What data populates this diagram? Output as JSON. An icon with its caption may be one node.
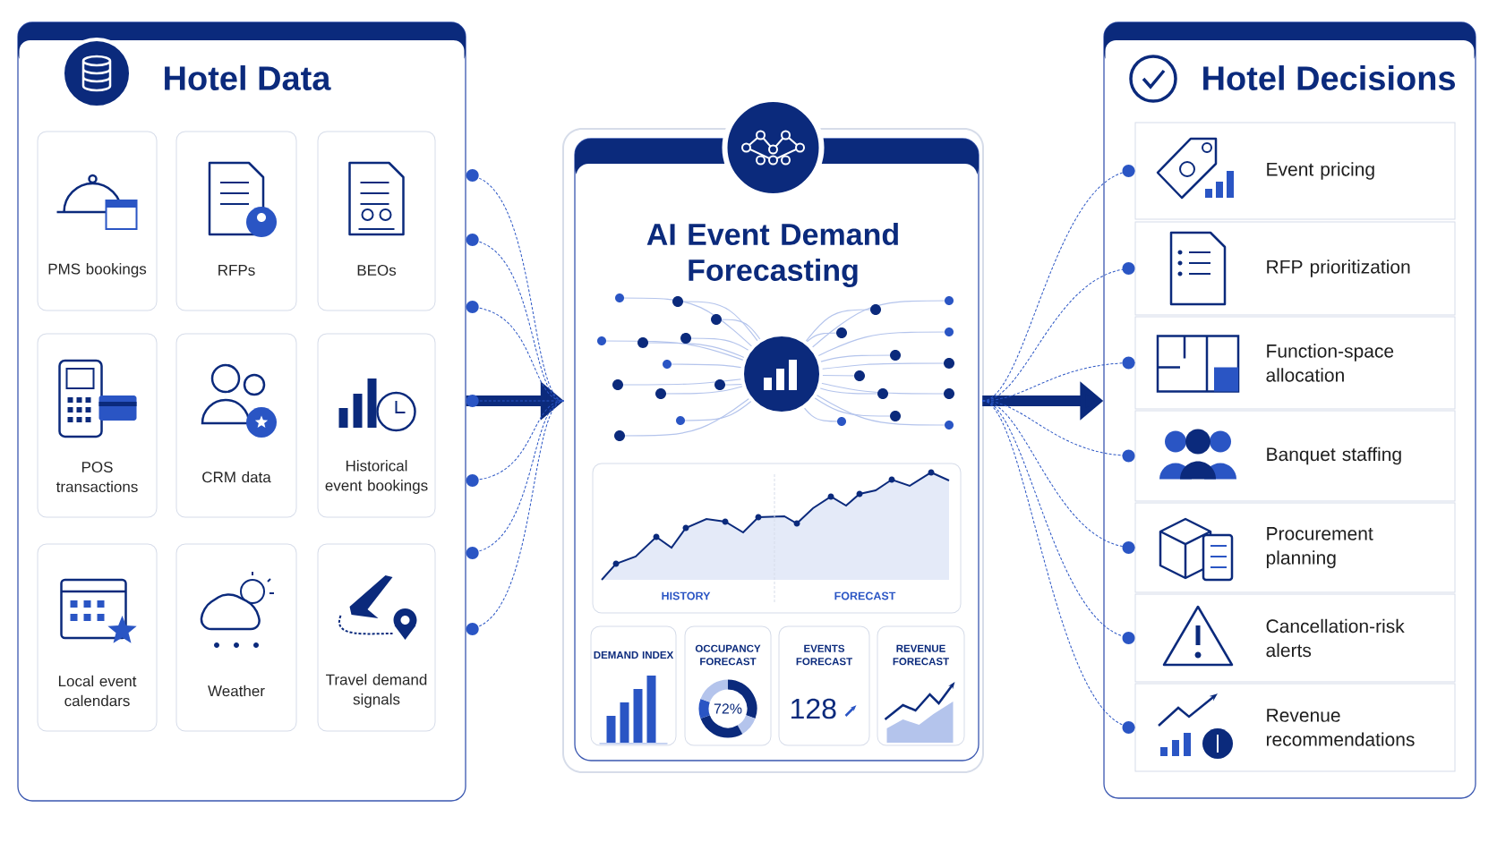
{
  "diagram": {
    "nodes": [
      {
        "text": [
          "Hotel Data"
        ]
      },
      {
        "text": [
          "PMS bookings"
        ],
        "in": 0
      },
      {
        "text": [
          "RFPs"
        ],
        "in": 0
      },
      {
        "text": [
          "BEOs"
        ],
        "in": 0
      },
      {
        "text": [
          "POS transactions"
        ],
        "in": 0
      },
      {
        "text": [
          "CRM data"
        ],
        "in": 0
      },
      {
        "text": [
          "Historical event bookings"
        ],
        "in": 0
      },
      {
        "text": [
          "Local event calendars"
        ],
        "in": 0
      },
      {
        "text": [
          "Weather"
        ],
        "in": 0
      },
      {
        "text": [
          "Travel demand signals"
        ],
        "in": 0
      },
      {
        "text": [
          "AI Event Demand Forecasting"
        ]
      },
      {
        "text": [
          "HISTORY",
          "FORECAST"
        ],
        "in": 10
      },
      {
        "text": [
          "DEMAND INDEX"
        ],
        "in": 10
      },
      {
        "text": [
          "OCCUPANCY FORECAST",
          "72%"
        ],
        "in": 10
      },
      {
        "text": [
          "EVENTS FORECAST",
          "128"
        ],
        "in": 10
      },
      {
        "text": [
          "REVENUE FORECAST"
        ],
        "in": 10
      },
      {
        "text": [
          "Hotel Decisions"
        ]
      },
      {
        "text": [
          "Event pricing"
        ],
        "in": 16
      },
      {
        "text": [
          "RFP prioritization"
        ],
        "in": 16
      },
      {
        "text": [
          "Function-space allocation"
        ],
        "in": 16
      },
      {
        "text": [
          "Banquet staffing"
        ],
        "in": 16
      },
      {
        "text": [
          "Procurement planning"
        ],
        "in": 16
      },
      {
        "text": [
          "Cancellation-risk alerts"
        ],
        "in": 16
      },
      {
        "text": [
          "Revenue recommendations"
        ],
        "in": 16
      }
    ],
    "edges": [
      {
        "from": 0,
        "to": 10,
        "arrow": "to",
        "style": "thick",
        "color": "#0b2a7c"
      },
      {
        "from": 0,
        "to": 10,
        "arrow": "other",
        "style": "dashed"
      },
      {
        "from": 0,
        "to": 10,
        "arrow": "other",
        "style": "dashed"
      },
      {
        "from": 0,
        "to": 10,
        "arrow": "other",
        "style": "dashed"
      },
      {
        "from": 0,
        "to": 10,
        "arrow": "other",
        "style": "dashed"
      },
      {
        "from": 0,
        "to": 10,
        "arrow": "other",
        "style": "dashed"
      },
      {
        "from": 0,
        "to": 10,
        "arrow": "other",
        "style": "dashed"
      },
      {
        "from": 0,
        "to": 10,
        "arrow": "other",
        "style": "dashed"
      },
      {
        "from": 10,
        "to": 16,
        "arrow": "to",
        "style": "thick",
        "color": "#0b2a7c"
      },
      {
        "from": 10,
        "to": 17,
        "arrow": "other",
        "style": "dashed"
      },
      {
        "from": 10,
        "to": 18,
        "arrow": "other",
        "style": "dashed"
      },
      {
        "from": 10,
        "to": 19,
        "arrow": "other",
        "style": "dashed"
      },
      {
        "from": 10,
        "to": 20,
        "arrow": "other",
        "style": "dashed"
      },
      {
        "from": 10,
        "to": 21,
        "arrow": "other",
        "style": "dashed"
      },
      {
        "from": 10,
        "to": 22,
        "arrow": "other",
        "style": "dashed"
      },
      {
        "from": 10,
        "to": 23,
        "arrow": "other",
        "style": "dashed"
      }
    ]
  }
}
